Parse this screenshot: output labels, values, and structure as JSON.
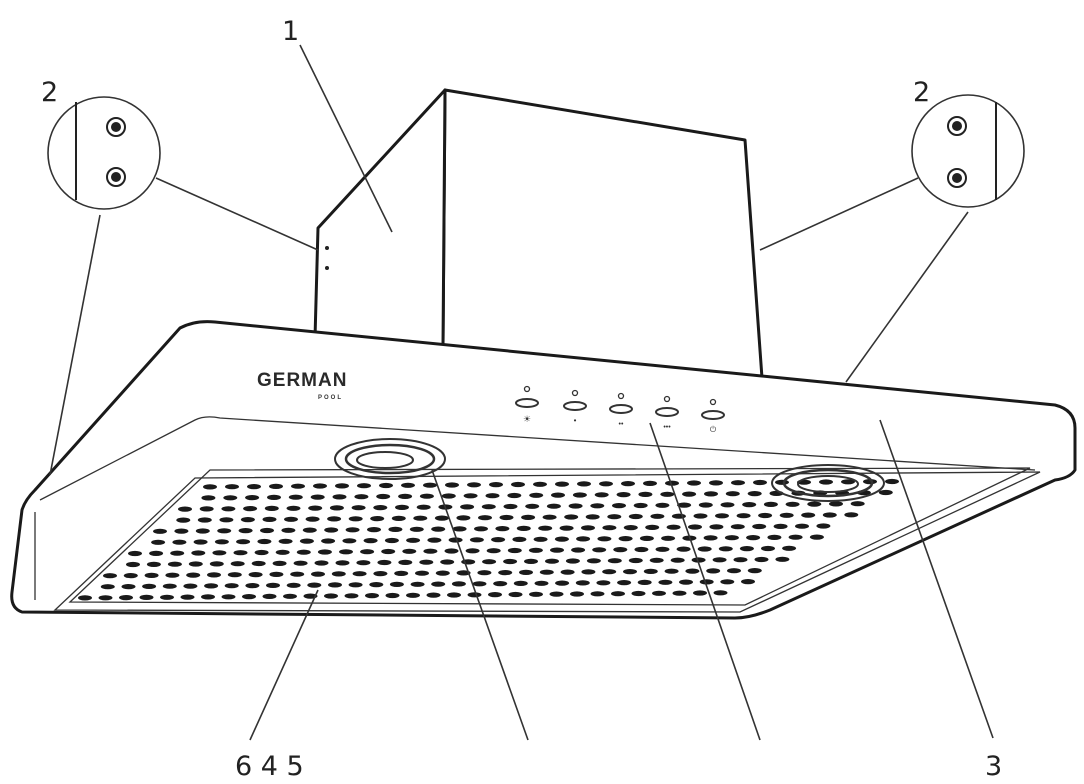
{
  "brand": {
    "name": "GERMAN",
    "sub": "POOL"
  },
  "callouts": {
    "chimney": "1",
    "screws_left": "2",
    "screws_right": "2",
    "body": "3",
    "bottom_group": "6 4 5"
  },
  "buttons": [
    {
      "icon": "light-icon",
      "symbol": "☀"
    },
    {
      "icon": "speed-1-icon",
      "symbol": "•"
    },
    {
      "icon": "speed-2-icon",
      "symbol": "••"
    },
    {
      "icon": "speed-3-icon",
      "symbol": "•••"
    },
    {
      "icon": "power-icon",
      "symbol": "⏻"
    }
  ],
  "colors": {
    "stroke": "#1a1a1a",
    "background": "#ffffff"
  }
}
